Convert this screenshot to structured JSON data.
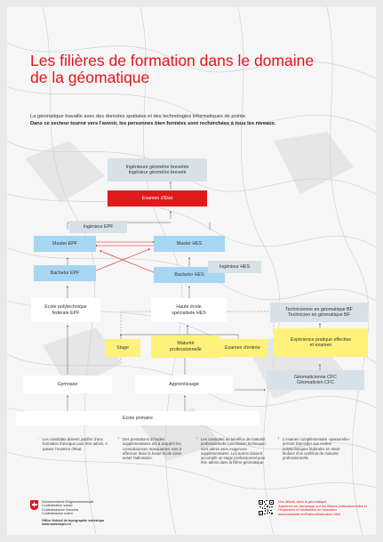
{
  "title": "Les filières de formation dans le domaine de la géomatique",
  "intro": "La géomatique travaille avec des données spatiales et des technologies informatiques de pointe.",
  "intro_bold": "Dans ce secteur tourné vers l'avenir, les personnes bien formées sont recherchées à tous les niveaux.",
  "nodes": {
    "ingenieur_geometre": "Ingénieure géomètre brevetée\nIngénieur géomètre breveté",
    "examen_etat": "Examen d'Etat",
    "ingenieur_epf": "Ingénieur EPF",
    "master_epf": "Master EPF",
    "master_hes": "Master HES",
    "bachelor_epf": "Bachelor EPF",
    "bachelor_hes": "Bachelor HES",
    "ingenieur_hes": "Ingénieur HES",
    "ecole_poly": "Ecole polytechnique\nfédérale EPF",
    "haute_ecole": "Haute école\nspécialisée HES",
    "technicien_bf": "Technicienne en géomatique BF\nTechnicien en géomatique BF",
    "stage": "Stage",
    "maturite": "Maturité\nprofessionnelle",
    "examen_entree": "Examen d'entrée",
    "experience": "Expérience pratique effective\net examen",
    "gymnase": "Gymnase",
    "apprentissage": "Apprentissage",
    "geomaticien_cfc": "Géomaticienne CFC\nGéomaticien CFC",
    "ecole_primaire": "Ecole primaire"
  },
  "footnotes": [
    {
      "mark": "—",
      "text": "Les candidats doivent justifier d'une formation théorique pour être admis. A passer l'examen d'Etat."
    },
    {
      "mark": "↑",
      "text": "Des prestations d'études supplémentaires ont à acquérir les connaissances manquantes sont à effectuer dans la haute école visée avant l'admission."
    },
    {
      "mark": "↑",
      "text": "Les candidats au bénéfice de maturité professionnelle (orientation technique) sont admis sans exigences supplémentaires. Les autres doivent accomplir un stage professionnel pour être admis dans la filière géomatique."
    },
    {
      "mark": "↑",
      "text": "L'examen complémentaire «passerelle» permet d'accéder aux écoles polytechniques fédérales en étant titulaire d'un certificat de maturité professionnelle."
    }
  ],
  "logo_lines": "Schweizerische Eidgenossenschaft\nConfédération suisse\nConfederazione Svizzera\nConfederaziun svizra",
  "logo_office": "Office fédéral de topographie swisstopo\nwww.swisstopo.ch",
  "contact": "Vos débuts dans la géomatique.\nApprenez-en davantage sur les filières professionnelles et\nl'expansion et institutions de formation\nwww.cadastre.ch/fr/about/education.html",
  "colors": {
    "accent_red": "#e3141a",
    "box_blue": "#a7d6f3",
    "box_grey": "#d7e1e8",
    "box_yellow": "#fff27a"
  }
}
